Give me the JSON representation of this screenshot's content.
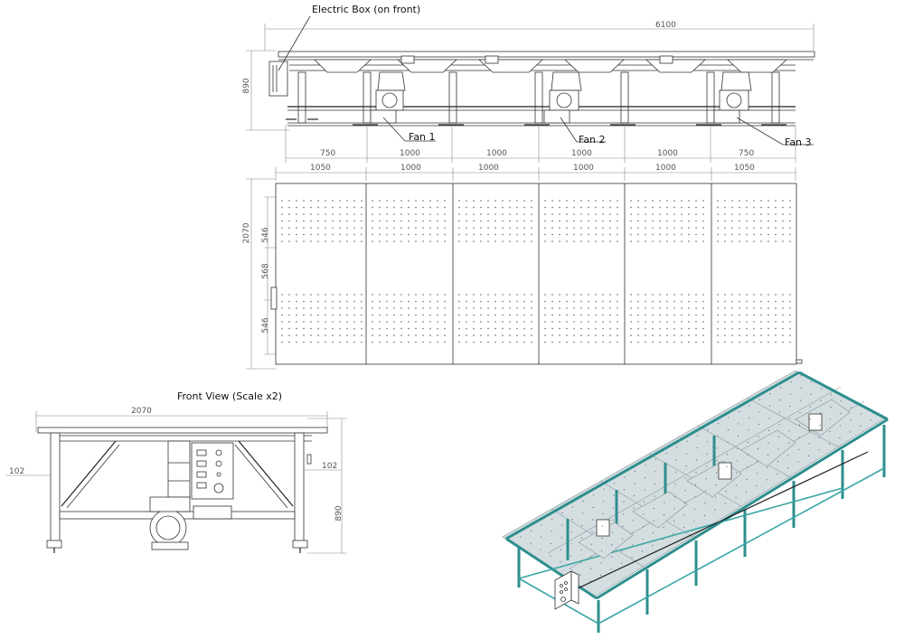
{
  "labels": {
    "electric_box": "Electric Box (on front)",
    "fan1": "Fan 1",
    "fan2": "Fan 2",
    "fan3": "Fan 3",
    "front_view_title": "Front View (Scale x2)"
  },
  "side_view": {
    "overall_length": "6100",
    "height": "890",
    "bottom_dims": [
      "750",
      "1000",
      "1000",
      "1000",
      "1000",
      "750"
    ]
  },
  "top_view": {
    "panel_widths": [
      "1050",
      "1000",
      "1000",
      "1000",
      "1000",
      "1050"
    ],
    "overall_width": "2070",
    "row_dims": [
      "546",
      "568",
      "546"
    ]
  },
  "front_view": {
    "width": "2070",
    "height": "890",
    "left_offset": "102",
    "right_offset": "102"
  },
  "colors": {
    "frame": "#2e8e8e",
    "glass": "#d4dde0",
    "lines": "#333333"
  }
}
